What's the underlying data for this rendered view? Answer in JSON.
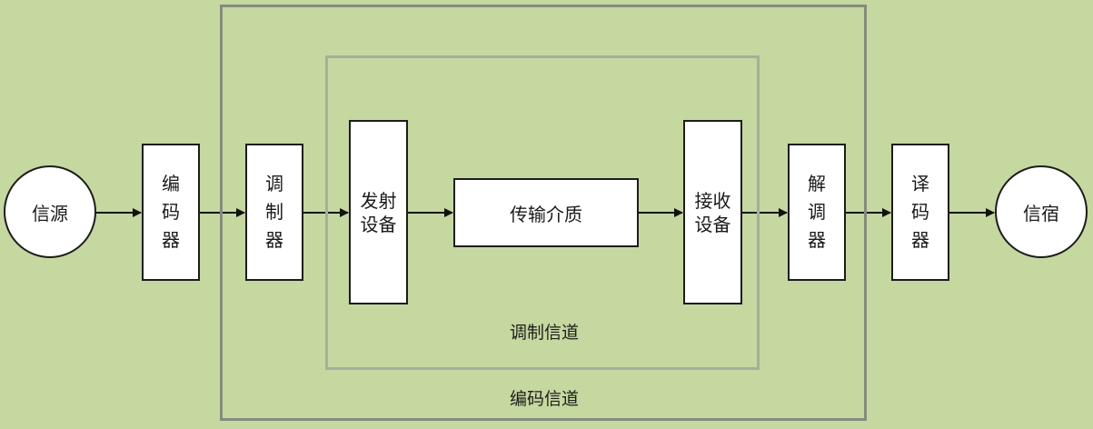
{
  "diagram": {
    "nodes": {
      "source": "信源",
      "encoder": "编码器",
      "modulator": "调制器",
      "transmitter": "发射设备",
      "medium": "传输介质",
      "receiver": "接收设备",
      "demodulator": "解调器",
      "decoder": "译码器",
      "sink": "信宿"
    },
    "groups": {
      "modulation_channel": "调制信道",
      "coding_channel": "编码信道"
    },
    "flow": [
      "source",
      "encoder",
      "modulator",
      "transmitter",
      "medium",
      "receiver",
      "demodulator",
      "decoder",
      "sink"
    ]
  },
  "colors": {
    "background": "#c5d89f",
    "coding_channel_border": "#868a80",
    "modulation_channel_border": "#a6aea0",
    "box_fill": "#ffffff",
    "line": "#111111"
  }
}
